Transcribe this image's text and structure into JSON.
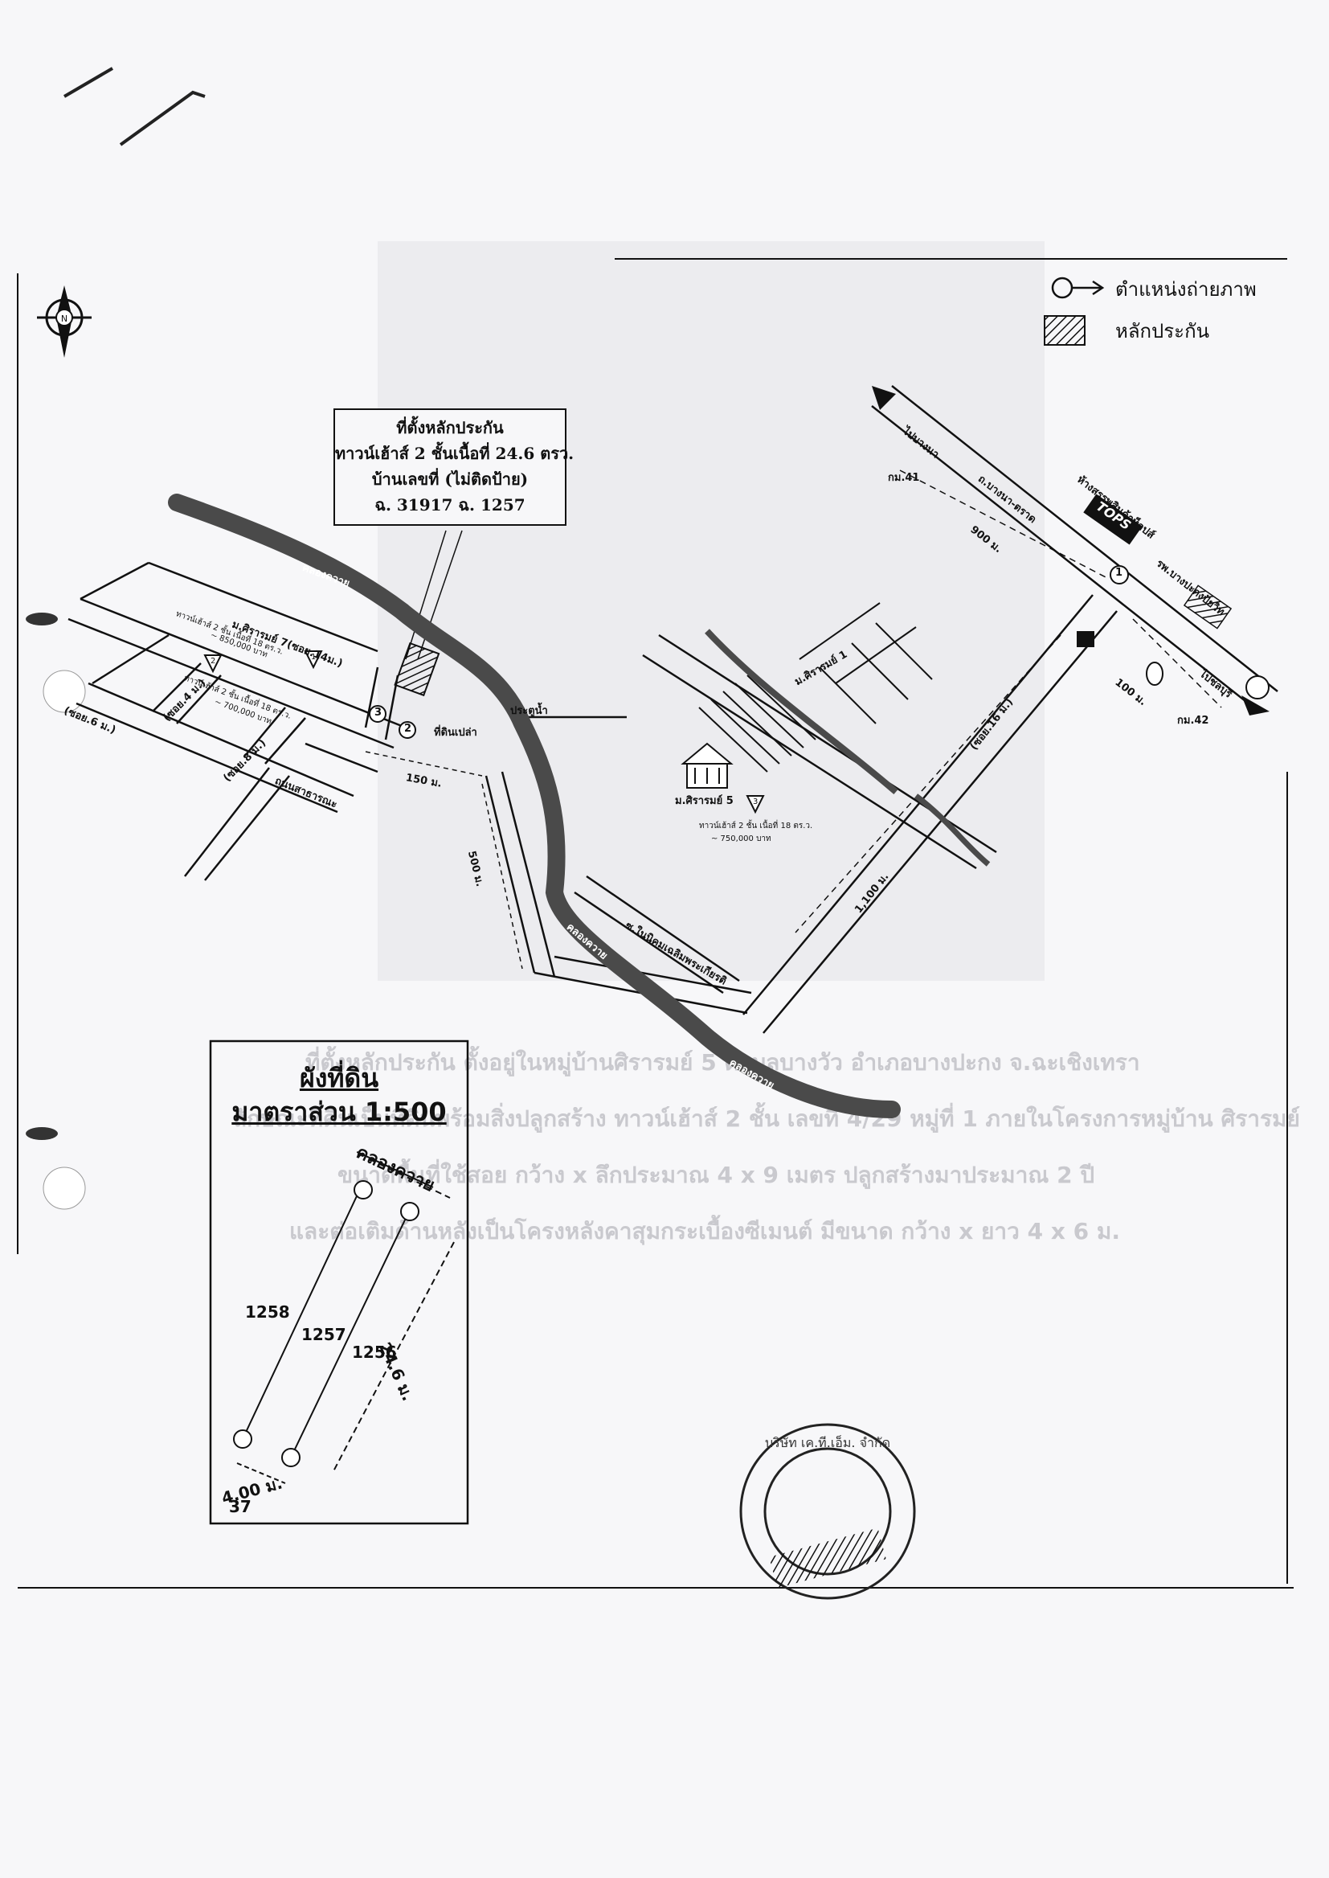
{
  "legend": {
    "photo_position": "ตำแหน่งถ่ายภาพ",
    "collateral": "หลักประกัน"
  },
  "callout": {
    "line1": "ที่ตั้งหลักประกัน",
    "line2": "ทาวน์เฮ้าส์ 2 ชั้นเนื้อที่ 24.6 ตรว.",
    "line3": "บ้านเลขที่ (ไม่ติดป้าย)",
    "line4": "ฉ. 31917 ฉ. 1257"
  },
  "site_plan": {
    "title": "ผังที่ดิน",
    "scale": "มาตราส่วน 1:500",
    "canal": "คลองควาย",
    "plot_left": "1258",
    "plot_center": "1257",
    "plot_right": "1256",
    "depth": "24.6 ม.",
    "width": "4.00 ม.",
    "marker": "37"
  },
  "map": {
    "to_bangna": "ไปบางนา",
    "to_chonburi": "ไปชลบุรี",
    "km41": "กม.41",
    "km42": "กม.42",
    "bangna_trat_road": "ถ.บางนา-ตราด",
    "tops": "TOPS",
    "tops_label": "ห้างสรรพสินค้าท็อปส์",
    "hospital": "รพ.บางปะกงปัยวิท",
    "dist_900": "900 ม.",
    "dist_100": "100 ม.",
    "dist_150": "150 ม.",
    "dist_500": "500 ม.",
    "dist_1100": "1,100 ม.",
    "canal_top": "คลองควาย",
    "canal_mid": "คลองควาย",
    "canal_bottom": "คลองควาย",
    "road_sirarom": "ม.ศิรารมย์ 7(ซอย.14ม.)",
    "road_6m": "(ซอย.6 ม.)",
    "road_8m": "(ซอย.8 ม.)",
    "road_4m": "(ซอย.4 ม.)",
    "road_16m": "(ซอย.16 ม.)",
    "public_road": "ถนนสาธารณะ",
    "vacant_land": "ที่ดินเปล่า",
    "bridge_water_gate": "ประตูน้ำ",
    "soi_kanthong": "ซ.ในนิคมเฉลิมพระเกียรติ",
    "moo_sirarom5": "ม.ศิรารมย์ 5",
    "soi_village": "ม.ศิรารมย์ 1",
    "comp1": "ทาวน์เฮ้าส์ 2 ชั้น เนื้อที่ 18 ตร.ว.",
    "comp1_price": "~ 850,000 บาท",
    "comp2": "ทาวน์เฮ้าส์ 2 ชั้น เนื้อที่ 18 ตร.ว.",
    "comp2_price": "~ 700,000 บาท",
    "comp3": "ทาวน์เฮ้าส์ 2 ชั้น เนื้อที่ 18 ตร.ว.",
    "comp3_price": "~ 750,000 บาท",
    "pt1": "1",
    "pt2": "2",
    "pt3": "3",
    "num1": "1",
    "num2": "2",
    "num3": "3"
  },
  "faint_text": {
    "line1": "ที่ตั้งหลักประกัน ตั้งอยู่ในหมู่บ้านศิรารมย์ 5 ตำบลบางวัว อำเภอบางปะกง จ.ฉะเชิงเทรา",
    "line2": "ลักษณะที่ดินเป็นที่ดินพร้อมสิ่งปลูกสร้าง ทาวน์เฮ้าส์ 2 ชั้น เลขที่ 4/29 หมู่ที่ 1 ภายในโครงการหมู่บ้าน ศิรารมย์",
    "line3": "ขนาดพื้นที่ใช้สอย กว้าง x ลึกประมาณ 4 x 9 เมตร ปลูกสร้างมาประมาณ 2 ปี",
    "line4": "และต่อเติมด้านหลังเป็นโครงหลังคาสุมกระเบื้องซีเมนต์ มีขนาด กว้าง x ยาว 4 x 6 ม."
  },
  "stamp_text": "บริษัท เค.ที.เอ็ม. จำกัด",
  "colors": {
    "ink": "#111111",
    "canal": "#4a4a4a",
    "paper": "#f7f7f9",
    "faint": "#c9c9ce"
  }
}
